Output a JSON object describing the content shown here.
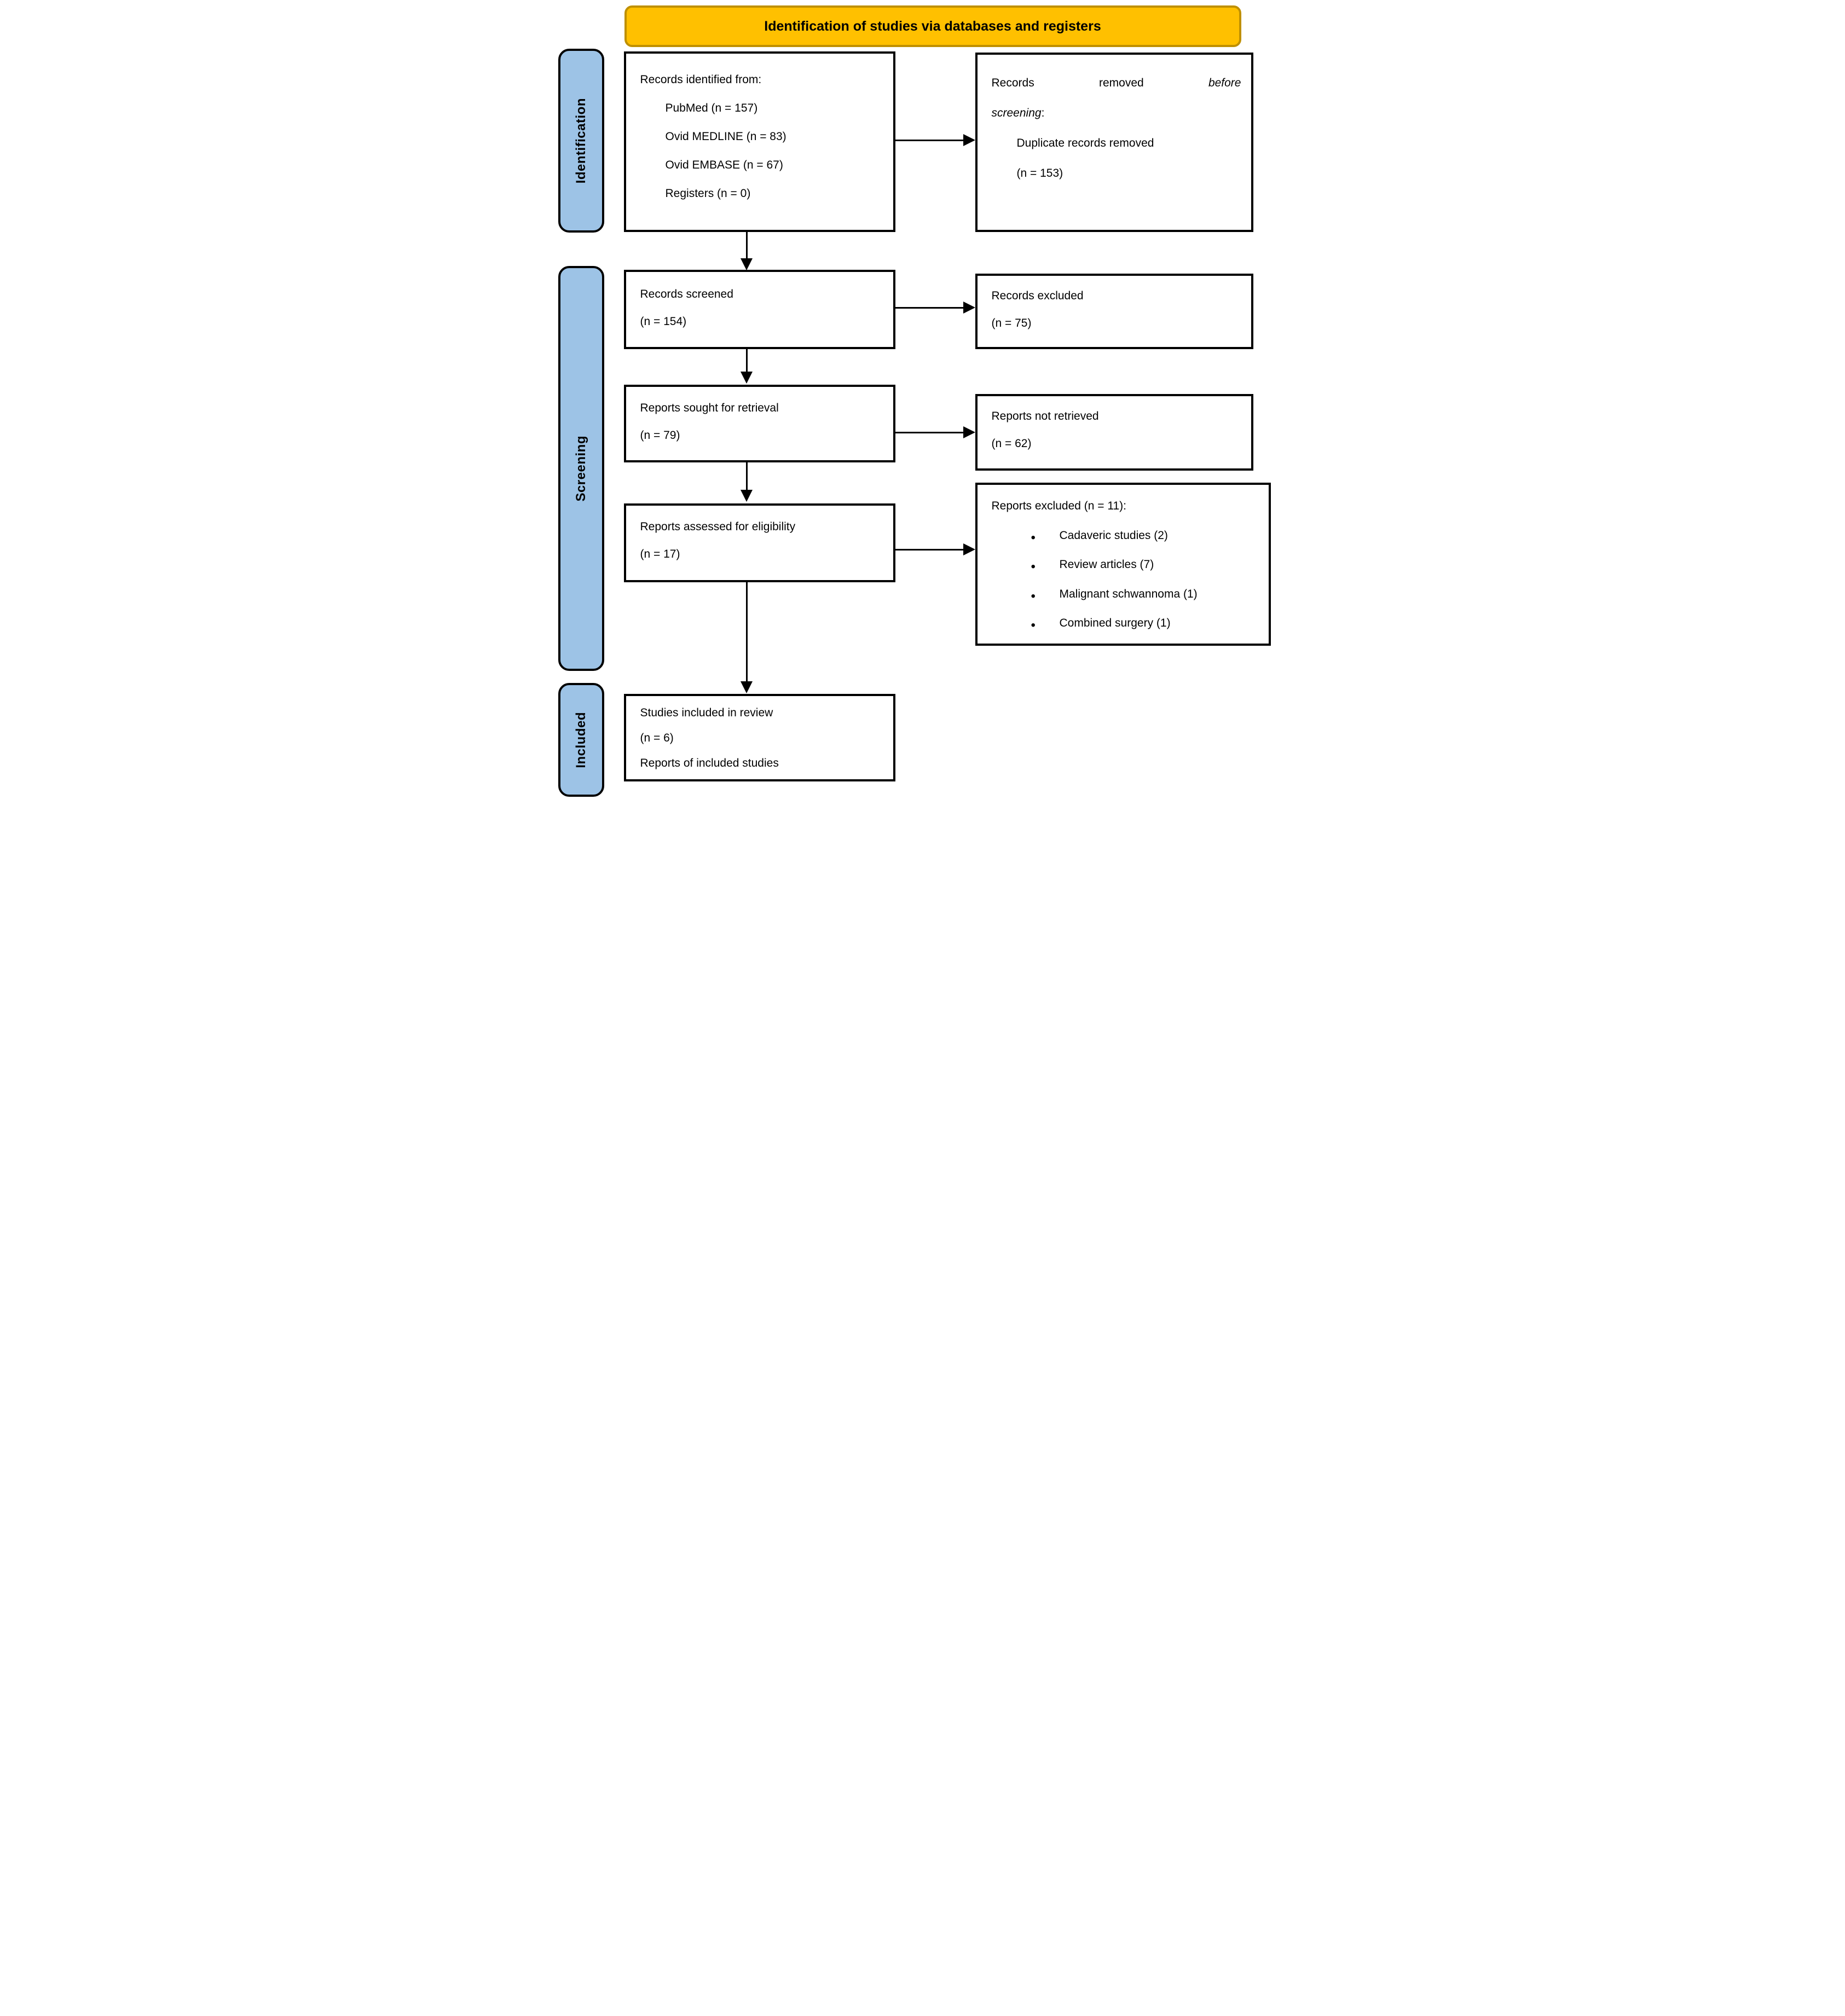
{
  "banner": {
    "title": "Identification of studies via databases and registers"
  },
  "stages": [
    {
      "label": "Identification"
    },
    {
      "label": "Screening"
    },
    {
      "label": "Included"
    }
  ],
  "boxes": {
    "identified": {
      "heading": "Records identified from:",
      "items": [
        "PubMed (n = 157)",
        "Ovid MEDLINE (n = 83)",
        "Ovid EMBASE (n = 67)",
        "Registers (n = 0)"
      ]
    },
    "removed": {
      "line1_word1": "Records",
      "line1_word2": "removed",
      "line1_word3_italic": "before",
      "line2_italic": "screening",
      "line2_suffix": ":",
      "item_line1": "Duplicate records removed",
      "item_line2": "(n = 153)"
    },
    "screened": {
      "line1": "Records screened",
      "line2": "(n = 154)"
    },
    "excluded": {
      "line1": "Records excluded",
      "line2": "(n = 75)"
    },
    "sought": {
      "line1": "Reports sought for retrieval",
      "line2": "(n = 79)"
    },
    "not_retrieved": {
      "line1": "Reports not retrieved",
      "line2": "(n = 62)"
    },
    "assessed": {
      "line1": "Reports assessed for eligibility",
      "line2": "(n = 17)"
    },
    "reports_excluded": {
      "heading": "Reports excluded (n = 11):",
      "items": [
        "Cadaveric studies (2)",
        "Review articles (7)",
        "Malignant schwannoma (1)",
        "Combined surgery (1)"
      ]
    },
    "included": {
      "line1": "Studies included in review",
      "line2": "(n = 6)",
      "line3": "Reports of included studies"
    }
  },
  "colors": {
    "banner_bg": "#FFC000",
    "banner_border": "#BF9000",
    "stage_bg": "#9DC3E6",
    "box_border": "#000000"
  }
}
